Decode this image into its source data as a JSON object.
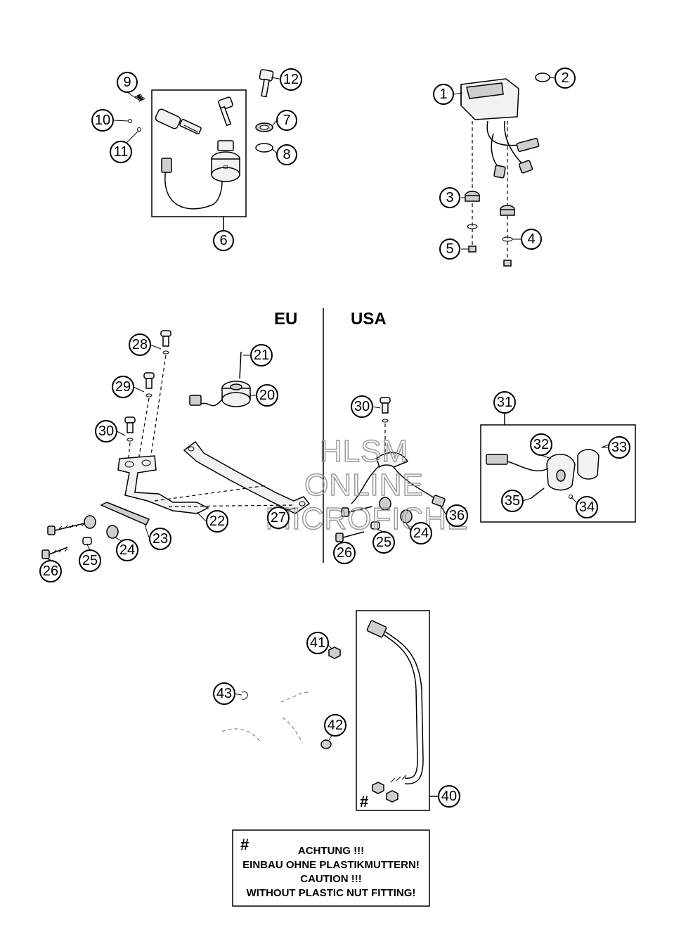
{
  "regions": {
    "eu": "EU",
    "usa": "USA"
  },
  "watermark": [
    "HLSM",
    "ONLINE",
    "MICROFICHE"
  ],
  "callouts": {
    "c1": "1",
    "c2": "2",
    "c3": "3",
    "c4": "4",
    "c5": "5",
    "c6": "6",
    "c7": "7",
    "c8": "8",
    "c9": "9",
    "c10": "10",
    "c11": "11",
    "c12": "12",
    "c20": "20",
    "c21": "21",
    "c22": "22",
    "c23": "23",
    "c24a": "24",
    "c24b": "24",
    "c25a": "25",
    "c25b": "25",
    "c26a": "26",
    "c26b": "26",
    "c27": "27",
    "c28": "28",
    "c29": "29",
    "c30a": "30",
    "c30b": "30",
    "c31": "31",
    "c32": "32",
    "c33": "33",
    "c34": "34",
    "c35": "35",
    "c36": "36",
    "c40": "40",
    "c41": "41",
    "c42": "42",
    "c43": "43"
  },
  "fitting_marker": "#",
  "note": {
    "marker": "#",
    "lines": [
      "ACHTUNG !!!",
      "EINBAU OHNE PLASTIKMUTTERN!",
      "CAUTION !!!",
      "WITHOUT PLASTIC NUT FITTING!"
    ]
  }
}
